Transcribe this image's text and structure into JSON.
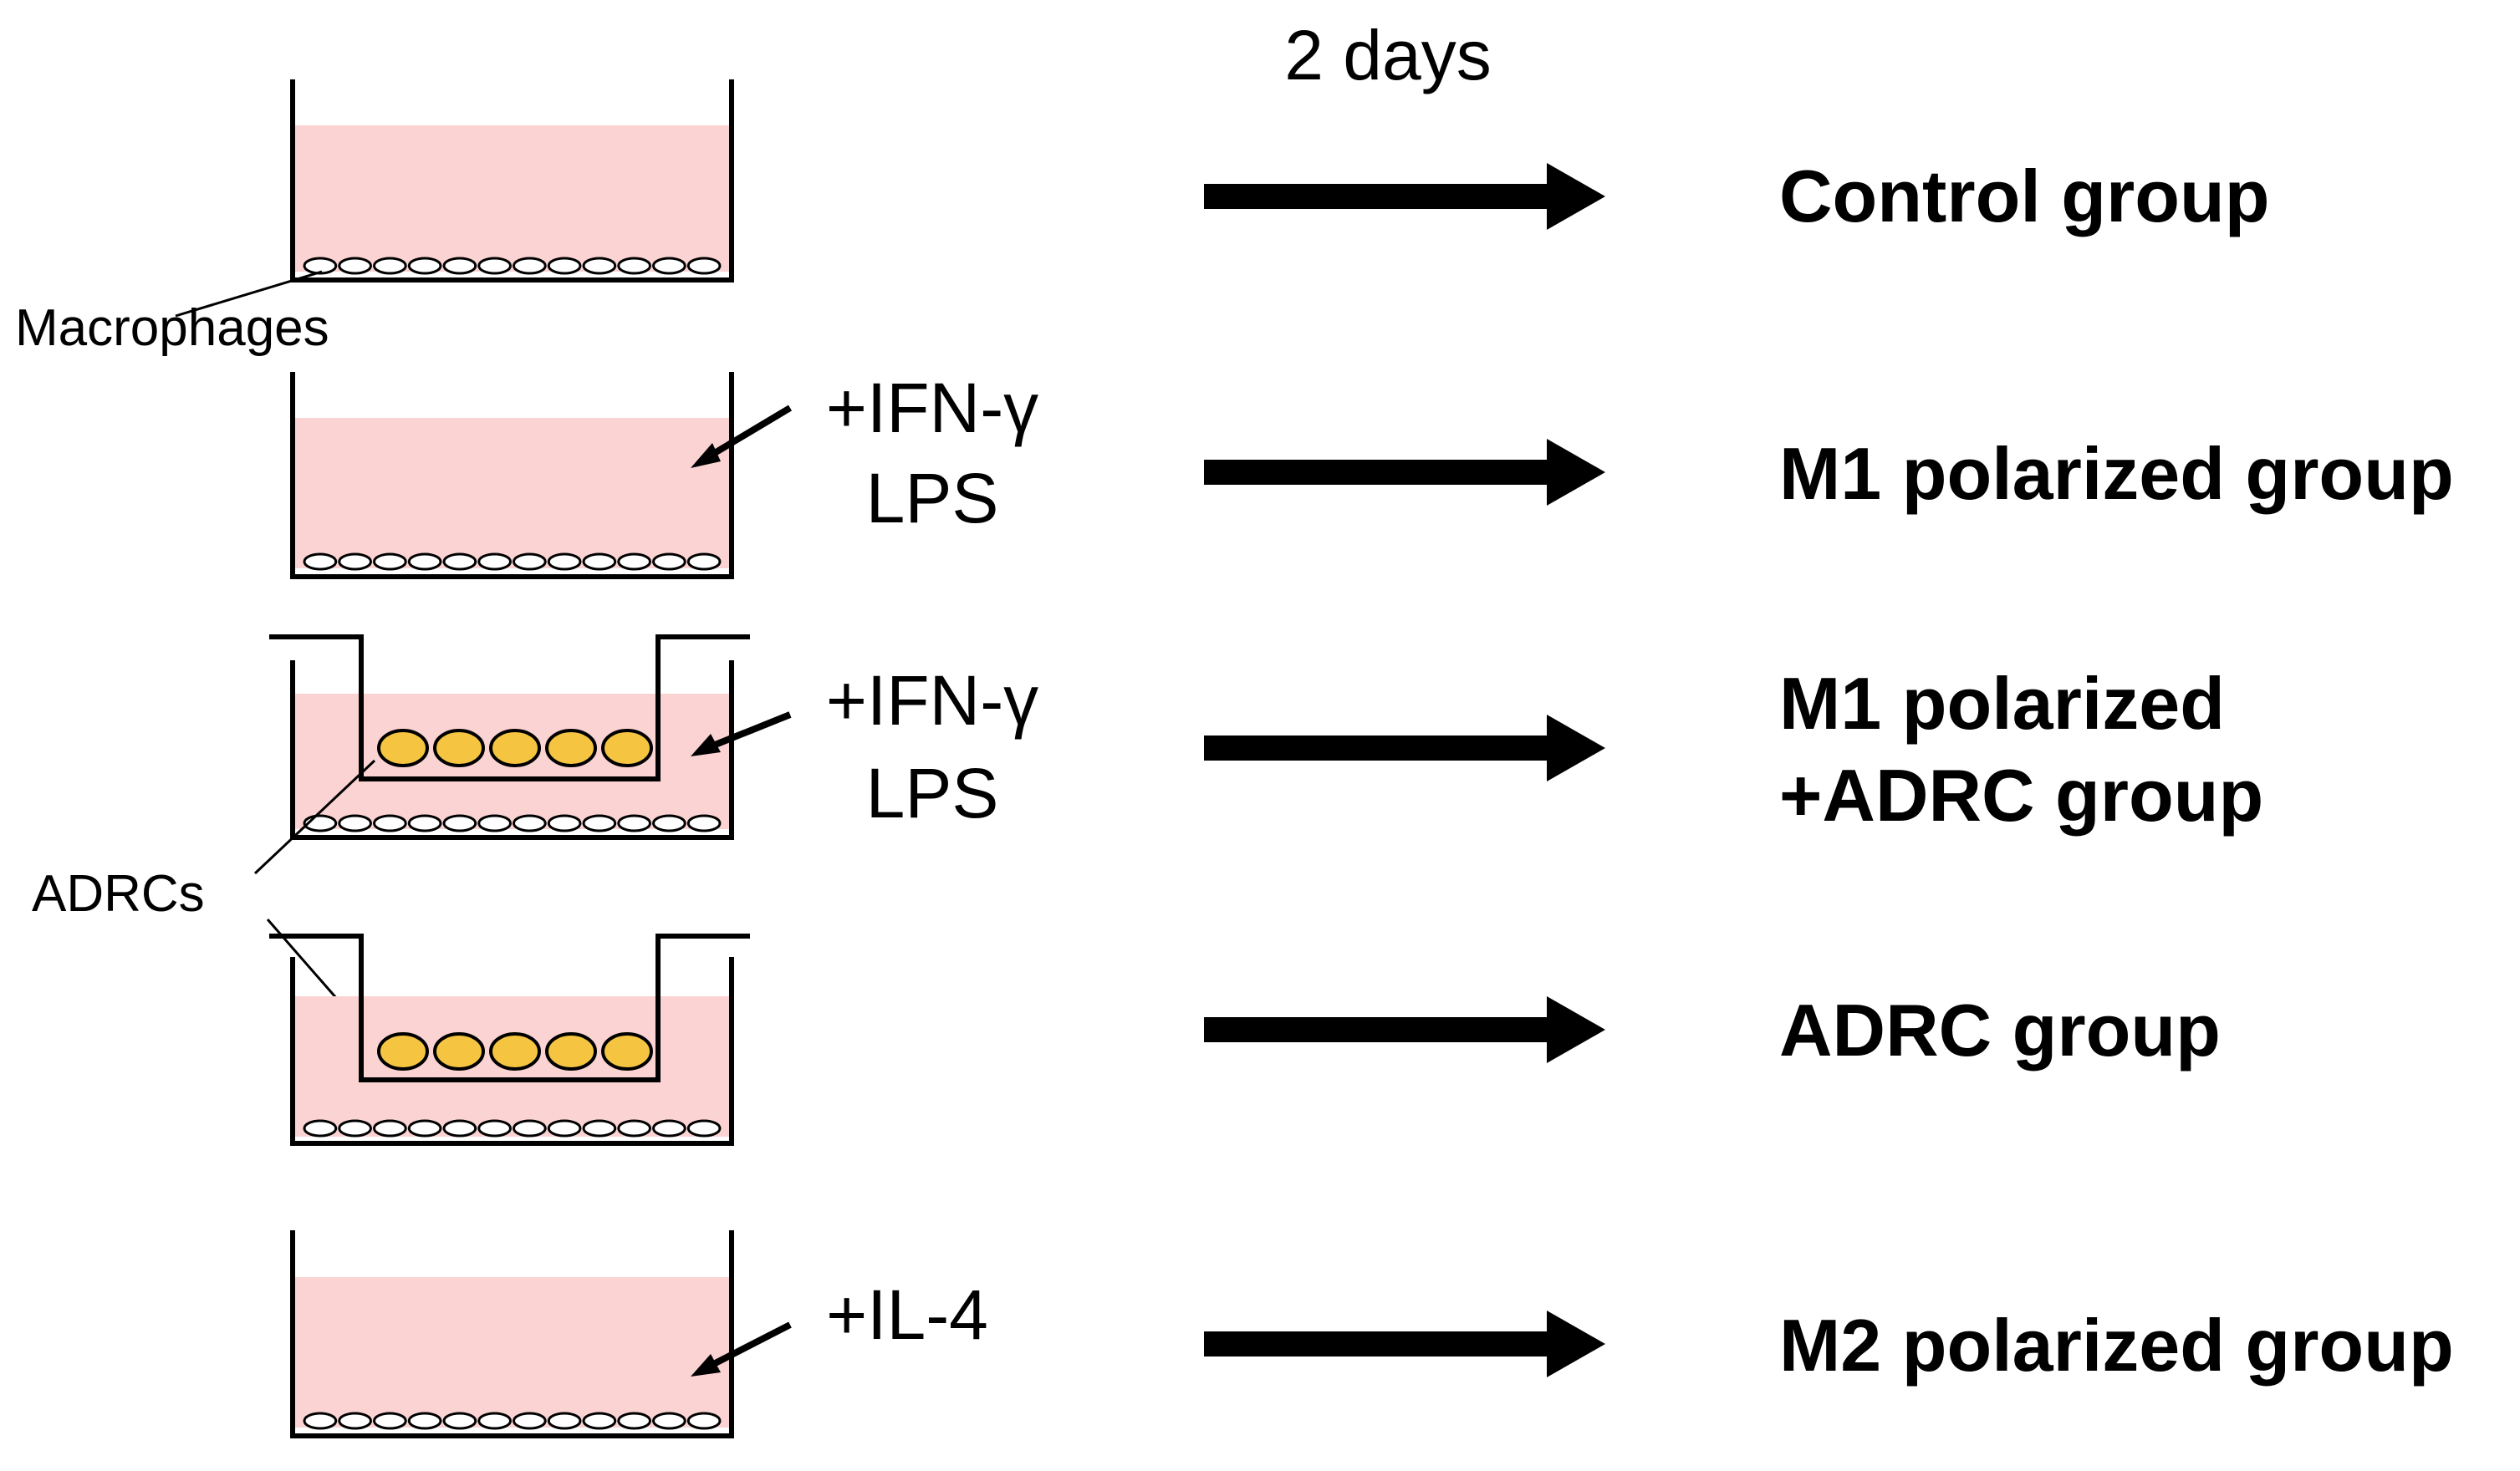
{
  "diagram": {
    "duration_label": "2 days",
    "macrophages_label": "Macrophages",
    "adrcs_label": "ADRCs",
    "colors": {
      "medium": "#fbd3d3",
      "adrc_cell": "#f5c542",
      "line": "#000000"
    },
    "rows": [
      {
        "treatment_line1": "",
        "treatment_line2": "",
        "group_line1": "Control group",
        "group_line2": "",
        "has_insert": false
      },
      {
        "treatment_line1": "+IFN-γ",
        "treatment_line2": "LPS",
        "group_line1": "M1 polarized group",
        "group_line2": "",
        "has_insert": false
      },
      {
        "treatment_line1": "+IFN-γ",
        "treatment_line2": "LPS",
        "group_line1": "M1 polarized",
        "group_line2": "+ADRC group",
        "has_insert": true
      },
      {
        "treatment_line1": "",
        "treatment_line2": "",
        "group_line1": "ADRC group",
        "group_line2": "",
        "has_insert": true
      },
      {
        "treatment_line1": "+IL-4",
        "treatment_line2": "",
        "group_line1": "M2 polarized group",
        "group_line2": "",
        "has_insert": false
      }
    ]
  }
}
